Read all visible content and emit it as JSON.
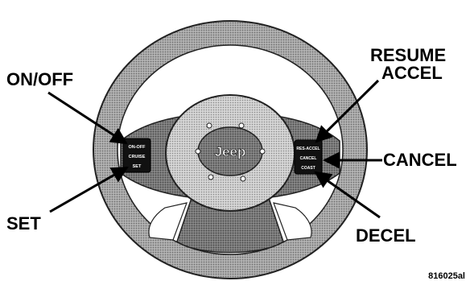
{
  "callouts": {
    "on_off": "ON/OFF",
    "resume_line1": "RESUME",
    "resume_line2": "ACCEL",
    "cancel": "CANCEL",
    "set": "SET",
    "decel": "DECEL"
  },
  "left_switch": {
    "line1": "ON-OFF",
    "line2": "CRUISE",
    "line3": "SET"
  },
  "right_switch": {
    "line1": "RES-ACCEL",
    "line2": "CANCEL",
    "line3": "COAST"
  },
  "hub_logo": "Jeep",
  "figure_code": "816025al",
  "colors": {
    "wheel_fill": "#9a9a9a",
    "wheel_dark": "#5a5a5a",
    "wheel_light": "#c8c8c8",
    "switch_panel": "#111111",
    "leader_line": "#000000"
  }
}
